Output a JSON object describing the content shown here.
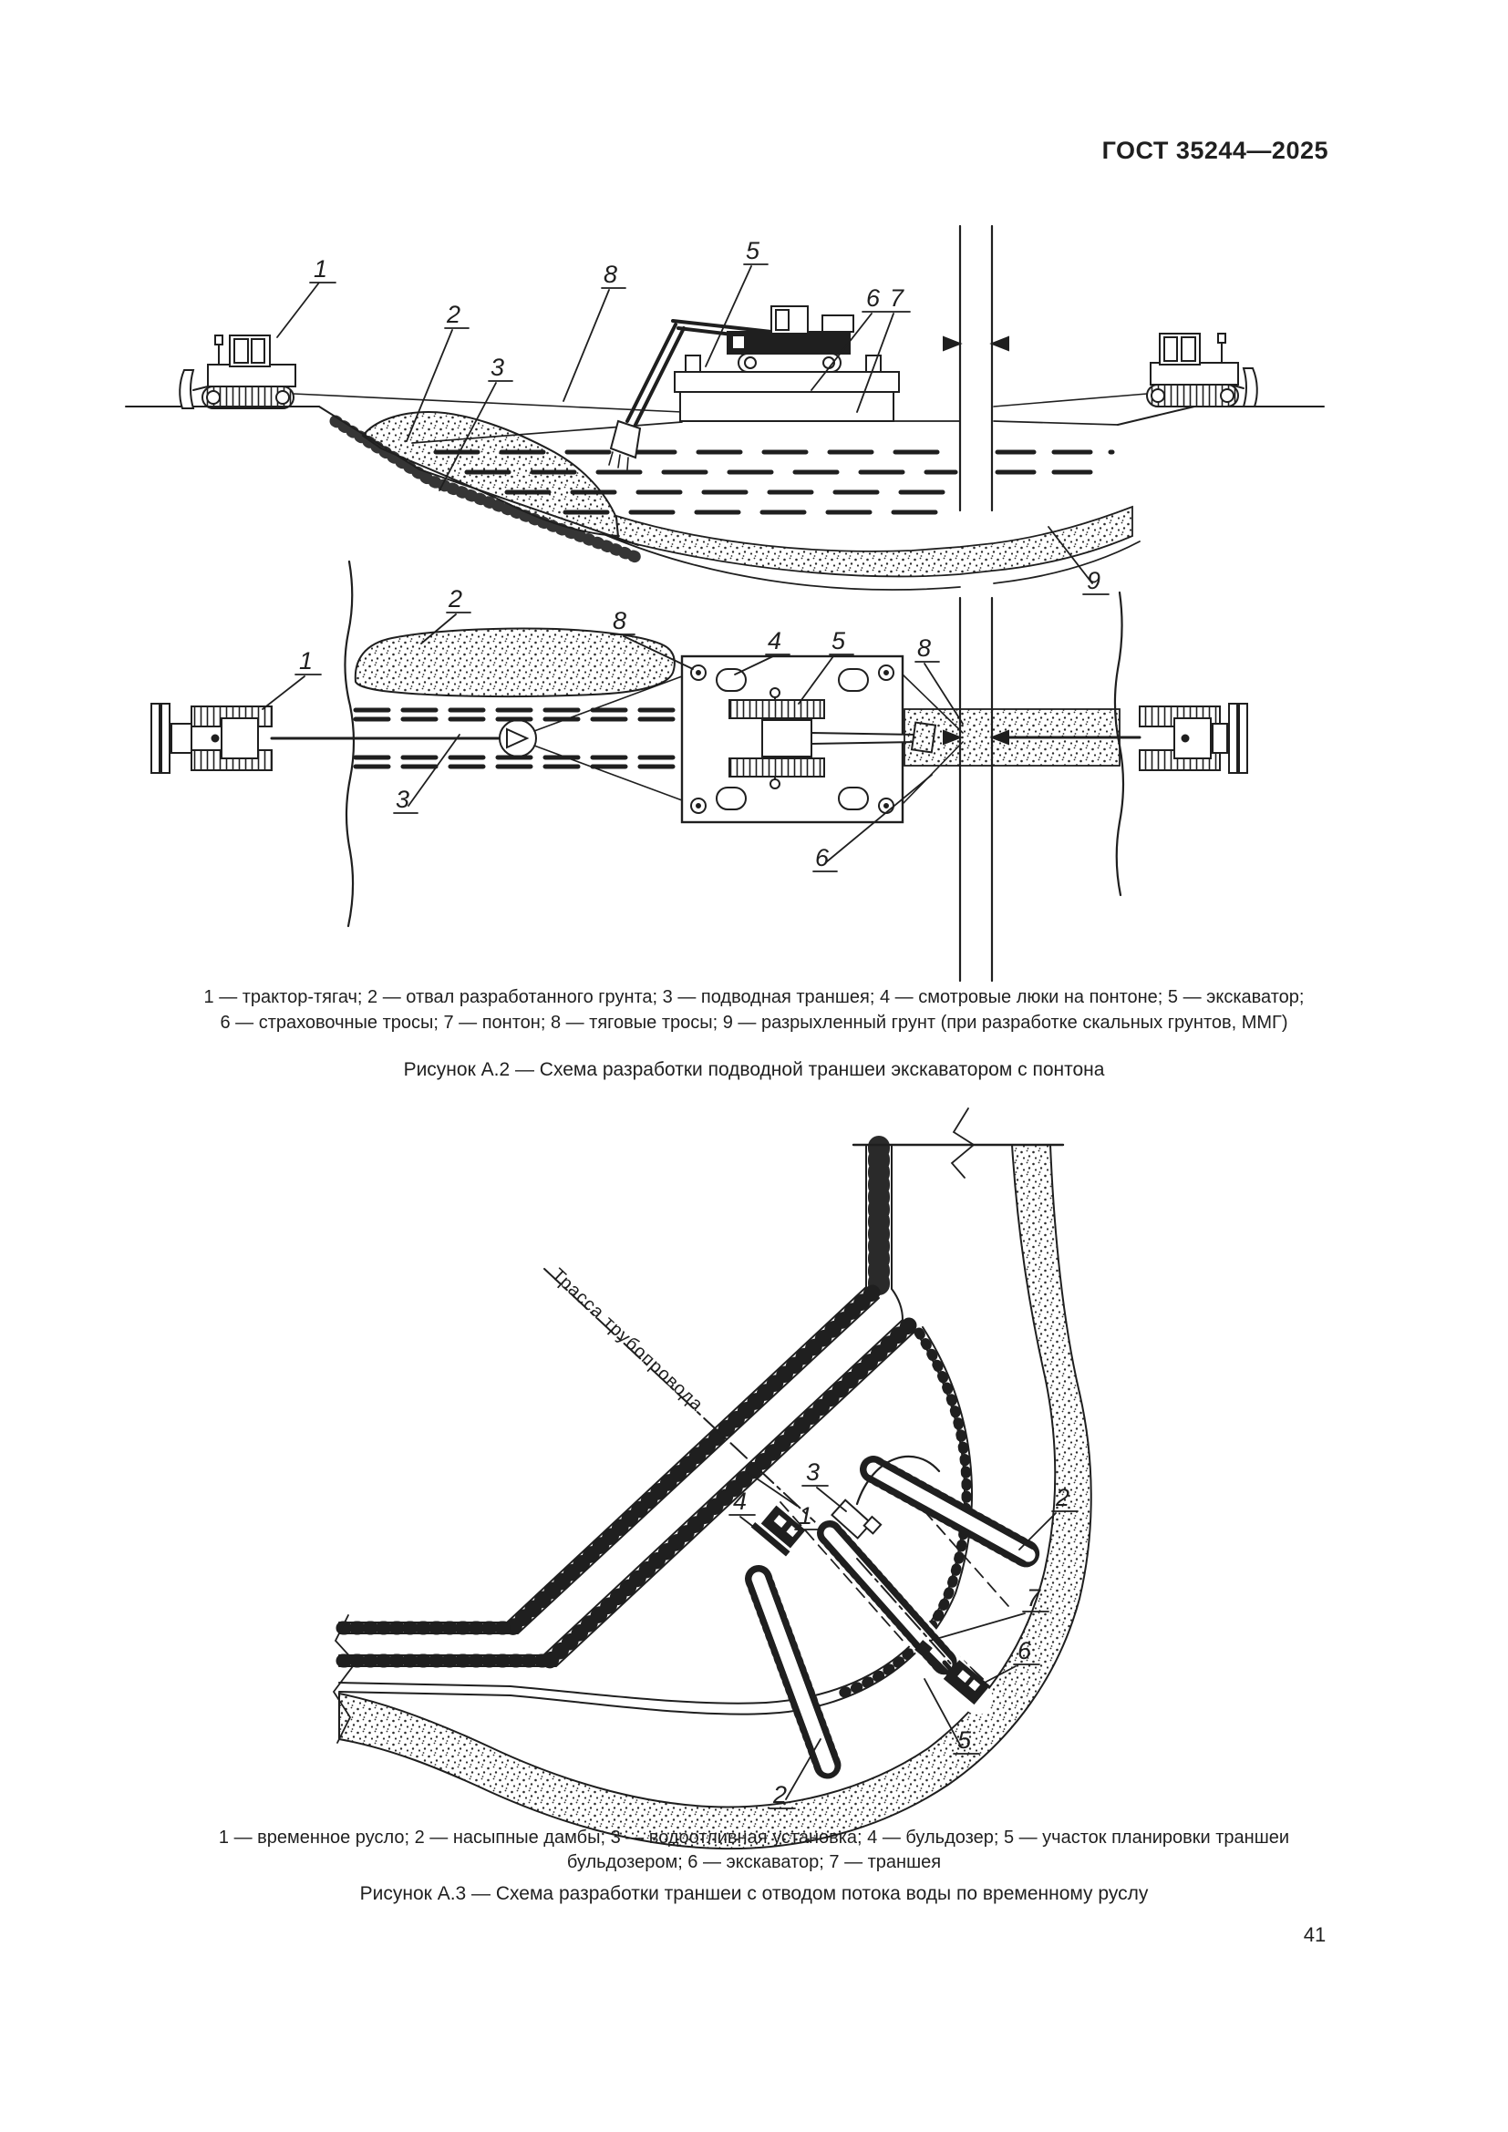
{
  "page": {
    "header": "ГОСТ 35244—2025",
    "page_number": "41"
  },
  "figure_a2": {
    "legend_line1": "1 — трактор-тягач; 2 — отвал разработанного грунта; 3 — подводная траншея; 4 — смотровые люки на понтоне; 5 — экскаватор;",
    "legend_line2": "6 — страховочные тросы; 7 — понтон; 8 — тяговые тросы; 9 — разрыхленный грунт (при разработке скальных грунтов, ММГ)",
    "caption": "Рисунок А.2 — Схема разработки подводной траншеи экскаватором с понтона",
    "side_view": {
      "callouts": [
        "1",
        "2",
        "3",
        "8",
        "5",
        "6",
        "7",
        "9"
      ]
    },
    "plan_view": {
      "callouts": [
        "1",
        "2",
        "8",
        "4",
        "5",
        "8",
        "3",
        "6"
      ]
    }
  },
  "figure_a3": {
    "route_label": "Трасса трубопровода",
    "callouts": [
      "1",
      "3",
      "4",
      "2",
      "7",
      "6",
      "5",
      "2"
    ],
    "legend_line1": "1 — временное русло; 2 — насыпные дамбы; 3 — водоотливная установка; 4 — бульдозер; 5 — участок планировки траншеи",
    "legend_line2": "бульдозером; 6 — экскаватор; 7 — траншея",
    "caption": "Рисунок А.3 — Схема разработки траншеи с отводом потока воды по временному руслу"
  }
}
